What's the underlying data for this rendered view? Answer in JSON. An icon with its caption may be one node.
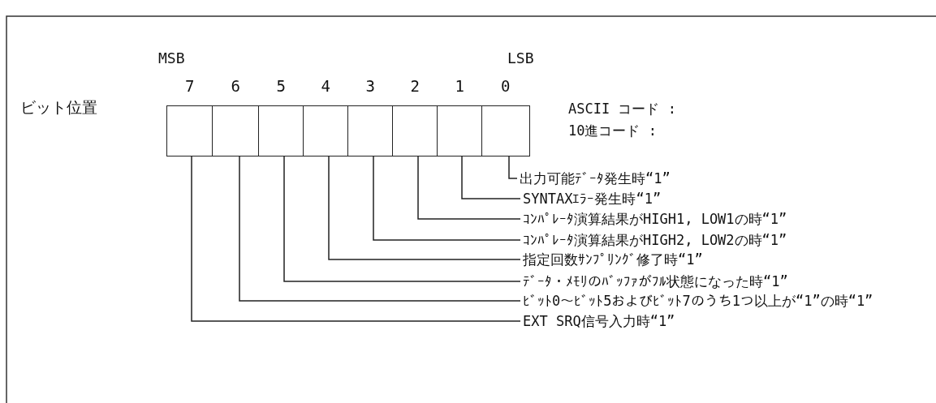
{
  "diagram": {
    "nodes": [
      {
        "text": [
          "7"
        ]
      },
      {
        "text": [
          "6"
        ]
      },
      {
        "text": [
          "5"
        ]
      },
      {
        "text": [
          "4"
        ]
      },
      {
        "text": [
          "3"
        ]
      },
      {
        "text": [
          "2"
        ]
      },
      {
        "text": [
          "1"
        ]
      },
      {
        "text": [
          "0"
        ]
      },
      {
        "text": [
          "出力可能ﾃﾞｰﾀ発生時“1”"
        ]
      },
      {
        "text": [
          "SYNTAXｴﾗｰ発生時“1”"
        ]
      },
      {
        "text": [
          "ｺﾝﾊﾟﾚｰﾀ演算結果がHIGH1, LOW1の時“1”"
        ]
      },
      {
        "text": [
          "ｺﾝﾊﾟﾚｰﾀ演算結果がHIGH2, LOW2の時“1”"
        ]
      },
      {
        "text": [
          "指定回数ｻﾝﾌﾟﾘﾝｸﾞ修了時“1”"
        ]
      },
      {
        "text": [
          "ﾃﾞｰﾀ・ﾒﾓﾘのﾊﾞｯﾌｧがﾌﾙ状態になった時“1”"
        ]
      },
      {
        "text": [
          "ﾋﾞｯﾄ0～ﾋﾞｯﾄ5およびﾋﾞｯﾄ7のうち1つ以上が“1”の時“1”"
        ]
      },
      {
        "text": [
          "EXT SRQ信号入力時“1”"
        ]
      }
    ],
    "edges": [
      {
        "from": 7,
        "to": 8,
        "arrow": "none"
      },
      {
        "from": 6,
        "to": 9,
        "arrow": "none"
      },
      {
        "from": 5,
        "to": 10,
        "arrow": "none"
      },
      {
        "from": 4,
        "to": 11,
        "arrow": "none"
      },
      {
        "from": 3,
        "to": 12,
        "arrow": "none"
      },
      {
        "from": 2,
        "to": 13,
        "arrow": "none"
      },
      {
        "from": 1,
        "to": 14,
        "arrow": "none"
      },
      {
        "from": 0,
        "to": 15,
        "arrow": "none"
      }
    ],
    "labels": [
      "MSB",
      "LSB",
      "ビット位置",
      "ASCII コード :",
      "10進コード :"
    ]
  }
}
